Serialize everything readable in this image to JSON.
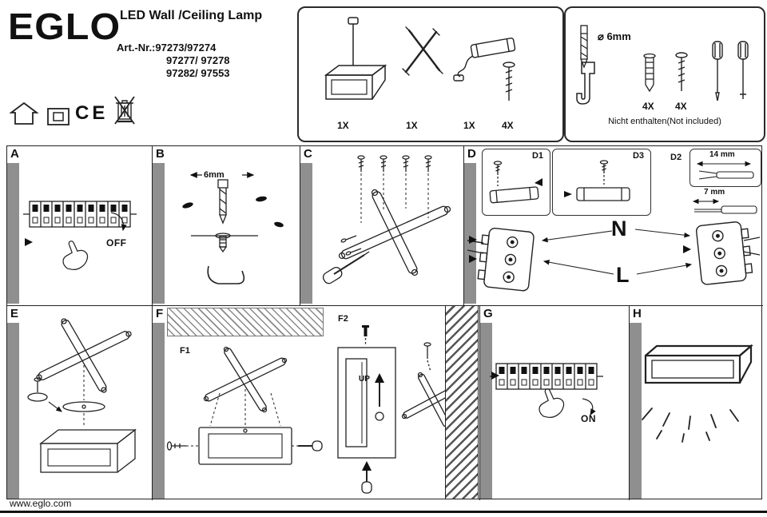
{
  "header": {
    "brand": "EGLO",
    "product_title": "LED Wall /Ceiling Lamp",
    "art_label": "Art.-Nr.:",
    "art_line1": "97273/97274",
    "art_line2": "97277/ 97278",
    "art_line3": "97282/ 97553",
    "ce_mark": "CE"
  },
  "included_box": {
    "lamp_qty": "1X",
    "bracket_qty": "1X",
    "driver_qty": "1X",
    "screws_qty": "4X"
  },
  "not_included_box": {
    "drill_diameter": "⌀ 6mm",
    "plugs_qty": "4X",
    "screws_qty": "4X",
    "note": "Nicht enthalten(Not included)"
  },
  "steps": {
    "a_label": "A",
    "b_label": "B",
    "c_label": "C",
    "d_label": "D",
    "e_label": "E",
    "f_label": "F",
    "g_label": "G",
    "h_label": "H",
    "off_text": "OFF",
    "on_text": "ON",
    "drill_size": "6mm",
    "d1_label": "D1",
    "d3_label": "D3",
    "d2_label": "D2",
    "strip_outer": "14 mm",
    "strip_inner": "7 mm",
    "neutral": "N",
    "live": "L",
    "f1_label": "F1",
    "f2_label": "F2",
    "up_text": "UP"
  },
  "footer": {
    "website": "www.eglo.com"
  }
}
